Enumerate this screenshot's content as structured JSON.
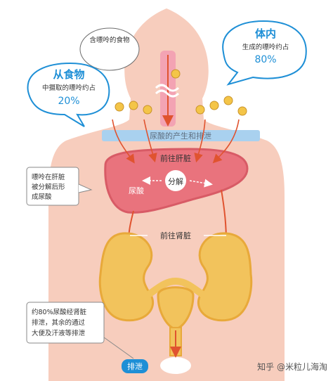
{
  "bubbles": {
    "food_note": "含嘌呤的食物",
    "body_title": "体内",
    "body_desc": "生成的嘌呤约占",
    "body_pct": "80%",
    "food_title": "从食物",
    "food_desc": "中摄取的嘌呤约占",
    "food_pct": "20%",
    "liver_note": [
      "嘌呤在肝脏",
      "被分解后形",
      "成尿酸"
    ],
    "kidney_note": [
      "约80%尿酸经肾脏",
      "排泄，其余的通过",
      "大便及汗液等排泄"
    ]
  },
  "labels": {
    "banner": "尿酸的产生和排泄",
    "to_liver": "前往肝脏",
    "decompose": "分解",
    "uric_acid": "尿酸",
    "to_kidney": "前往肾脏",
    "excrete": "排泄"
  },
  "watermark": "知乎 @米粒儿海淘",
  "colors": {
    "body": "#f7cdbd",
    "liver": "#e9737d",
    "kidney": "#f2c35c",
    "banner": "#a9d1ef",
    "bubble_accent": "#1e8fd6",
    "arrow": "#e0532f"
  }
}
